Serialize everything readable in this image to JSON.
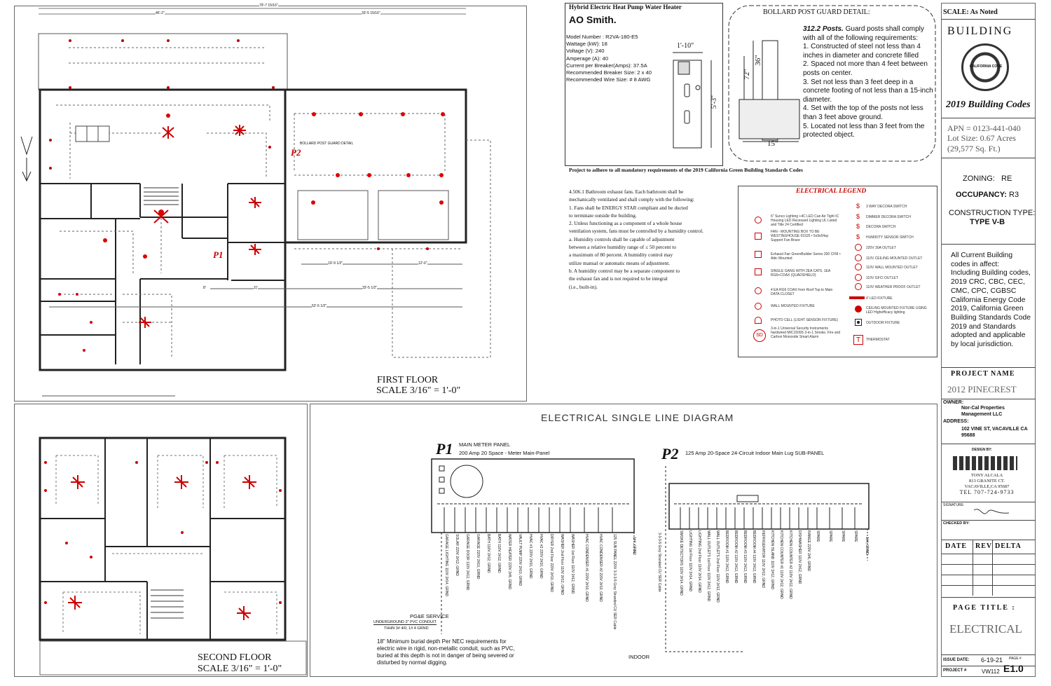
{
  "water_heater": {
    "title": "Hybrid Electric Heat Pump Water Heater",
    "brand": "AO Smith.",
    "specs": [
      "Model Number : R2VA-180-E5",
      "Wattage (kW): 18",
      "Voltage (V): 240",
      "Amperage (A): 40",
      "Current per Breaker(Amps): 37.5A",
      "Recommended Breaker Size: 2 x 40",
      "Recommended Wire Size: # 8 AWG"
    ],
    "dim_width": "1'-10\"",
    "dim_height": "5'-3\""
  },
  "bollard": {
    "title": "BOLLARD POST GUARD DETAIL:",
    "code_number": "312.2",
    "code_title": "Posts.",
    "intro": "Guard posts shall comply with all of the following requirements:",
    "items": [
      "1.       Constructed of steel not less than 4 inches in diameter and concrete filled",
      "2.       Spaced not more than 4 feet between posts on center.",
      "3.       Set not less than 3 feet deep in a concrete footing of not less than a 15-inch diameter.",
      "4.       Set with the top of the posts not less than 3 feet above ground.",
      "5. Located not less than 3 feet from the protected object."
    ],
    "dim_72": "72\"",
    "dim_36": "36\"",
    "dim_15": "15\""
  },
  "green_note": "Project to adhere to all mandatory requirements of the 2019 California Green Building Standards Codes",
  "bath_fans": {
    "heading": "4.506.1",
    "lines": [
      "4.506.1 Bathroom exhaust fans. Each bathroom shall be",
      "mechanically ventilated and shall comply with the following:",
      "1.        Fans shall be ENERGY STAR compliant and be ducted",
      "to terminate outside the building.",
      "2.        Unless functioning as a component of a whole house",
      "ventilation system, fans must be controlled by a humidity control.",
      "a.        Humidity controls shall be capable of adjustment",
      "between a relative humidity range of ≤ 50 percent to",
      "a maximum of 80 percent. A humidity control may",
      "utilize manual or automatic means of adjustment.",
      "b.        A humidity control may be a separate component to",
      "the exhaust fan and is not required to be integral",
      "(i.e.,      built-in)."
    ]
  },
  "legend": {
    "title": "ELECTRICAL LEGEND",
    "left_items": [
      "6\" Sunco Lighting +4C LED Can Air Tight IC Housing LED Recessed Lighting UL Listed and Title 24 Certified",
      "FAN - MOUNTING BOX TO BE WESTINGHOUSE 01525 • 5x9x54ay Support Fan Brace",
      "Exhaust Fan GreenBuilder Series 200 CFM • Attic Mounted",
      "SINGLE GANG WITH 2EA CAT6, 1EA RG6+COAX (QUADSHIELD)",
      "4 EA RG6 COAX from Roof Top to Main DATA CLOSET",
      "WALL MOUNTED FIXTURE",
      "PHOTO CELL (LIGHT SENSOR FIXTURE)",
      "3-in-1 Universal Security Instruments hardwired MIC1509S 3-in-1 Smoke, Fire and Carbon Monoxide Smart Alarm"
    ],
    "right_items": [
      "3 WAY DECORA SWITCH",
      "DIMMER DECORA SWITCH",
      "DECORA SWITCH",
      "HUMIDITY SENSOR SWITCH",
      "220V 30A OUTLET",
      "110V CEILING MOUNTED OUTLET",
      "110V WALL MOUNTED OUTLET",
      "110V GFCI OUTLET",
      "110V WEATHER PROOF OUTLET",
      "4' LED FIXTURE",
      "CEILING MOUNTED FIXTURE USING LED Highefficacy lighting",
      "OUTDOOR FIXTURE",
      "THERMOSTAT"
    ],
    "sd_label": "SD",
    "t_label": "T"
  },
  "plans": {
    "first_floor_title": "FIRST FLOOR",
    "first_floor_scale": "SCALE 3/16\" = 1'-0\"",
    "second_floor_title": "SECOND FLOOR",
    "second_floor_scale": "SCALE 3/16\" = 1'-0\"",
    "dims": [
      "79'-7 15/16\"",
      "46'-2\"",
      "33'-5 15/16\"",
      "19'-9 1/2\"",
      "12'-6\"",
      "33'-5 1/2\"",
      "52'-5 1/2\"",
      "11'",
      "8'"
    ],
    "p1": "P1",
    "p2": "P2",
    "bollard_callout": "BOLLARD POST GUARD DETAIL"
  },
  "sld": {
    "title": "ELECTRICAL SINGLE LINE DIAGRAM",
    "p1_label": "P1",
    "p1_name": "MAIN METER PANEL",
    "p1_desc": "200 Amp 20 Space - Meter Main-Panel",
    "p2_label": "P2",
    "p2_desc": "125 Amp 20-Space 24-Circuit Indoor Main Lug SUB-PANEL",
    "service_title": "PG&E SERVICE",
    "service_l1": "UNDERGROUND 3\" PVC CONDUIT",
    "service_l2": "THHN 3# 4/0, 1# 4 GRND",
    "burial_note": "18\" Minimum burial depth Per NEC requirements for electric wire in rigid, non-metallic conduit, such as PVC, buried at this depth is not in danger of being severed or disturbed by normal digging.",
    "indoor": "INDOOR",
    "p1_circuits": [
      "GARAGE LIGHTING 110V 2#14, GRND",
      "SOLAR 220V 2#12, GRND",
      "GARAGE DOOR 110V 2#12, GRND",
      "GARAGE 220V 2#10, GRND",
      "BATH 110V 2#12, GRND",
      "BATH 110V 2#12, GRND",
      "WATER HEATER 220V 2#8, GRND",
      "VAULT PUMP 220V 2#10, GRND",
      "HVAC #1 220V 2#10, GRND",
      "HVAC #2 220V 2#10, GRND",
      "DRYER 2nd Floor 220V 2#10, GRND",
      "WASHER 2nd Floor 110V 2#12, GRND",
      "WASHER 1st Floor 110V 2#12, GRND",
      "HVAC CONDENSER #1 220V 2#10, GRND",
      "HVAC CONDENSER #2 220V 2#10, GRND",
      "125 SUB PANEL 220V 3-3-3-5 Grey Stranded CU SER Cable"
    ],
    "p2_circuits": [
      "SMOKE DETECTORS 110V 2#14, GRND",
      "LIGHTING 1st Floor 110V 2#14, GRND",
      "LIGHTING 2nd Floor 110V 2#14, GRND",
      "WALL OUTLETS 1st Floor 110V 2#12, GRND",
      "WALL OUTLETS 2nd Floor 110V 2#12, GRND",
      "BEDROOM #1 110V 2#12, GRND",
      "BEDROOM #2 110V 2#12, GRND",
      "BEDROOM #3 110V 2#12, GRND",
      "BEDROOM #4 110V 2#12, GRND",
      "REFRIGERATOR 110V 2#12, GRND",
      "KITCHEN ISLAND 110V 2#12, GRND",
      "KITCHEN COUNTER #1 110V 2#12, GRND",
      "KITCHEN COUNTER #2 110V 2#12, GRND",
      "DISHWASHER 110V 2#12, GRND",
      "RANGE 220V 2#6, GRND",
      "SPARE",
      "SPARE",
      "SPARE",
      "SPARE"
    ],
    "grnd": "1#4, GRND",
    "cable_note": "3-3-3-5 Grey Stranded CU SER Cable"
  },
  "title_block": {
    "scale": "SCALE: As Noted",
    "building": "BUILDING",
    "codes_year": "2019 Building Codes",
    "seal_text": "CALIFORNIA CODE",
    "apn": "APN = 0123-441-040",
    "lot_size": "Lot Size: 0.67 Acres",
    "lot_sqft": "(29,577 Sq. Ft.)",
    "zoning_label": "ZONING:",
    "zoning": "RE",
    "occupancy_label": "OCCUPANCY:",
    "occupancy": "R3",
    "construction_label": "CONSTRUCTION TYPE:",
    "construction": "TYPE V-B",
    "codes_text": [
      "All Current Building",
      "codes in affect:",
      "Including Building codes,",
      "2019 CRC, CBC, CEC,",
      "CMC, CPC, CGBSC",
      "California Energy Code",
      "2019, California Green",
      "Building Standards Code",
      "2019 and Standards",
      "adopted and applicable",
      "by local jurisdiction."
    ],
    "project_name_label": "PROJECT NAME",
    "project_name": "2012 PINECREST",
    "owner_label": "OWNER:",
    "owner": "Nor-Cal Properties Management LLC",
    "address_label": "ADDRESS:",
    "address": "102 VINE ST, VACAVILLE CA 95688",
    "designed_by": "DESIGN BY:",
    "designer": [
      "TONY ALCALA",
      "813 GRANITE CT.",
      "VACAVILLE,CA 95687",
      "TEL 707-724-9733"
    ],
    "signature_label": "SIGNATURE:",
    "checked_by": "CHECKED BY:",
    "date_col": "DATE",
    "rev_col": "REV",
    "delta_col": "DELTA",
    "page_title_label": "PAGE TITLE :",
    "page_title": "ELECTRICAL",
    "issue_date_label": "ISSUE DATE:",
    "issue_date": "6-19-21",
    "page_label": "PAGE #",
    "project_label": "PROJECT #",
    "project_number": "VW112",
    "sheet": "E1.0"
  }
}
